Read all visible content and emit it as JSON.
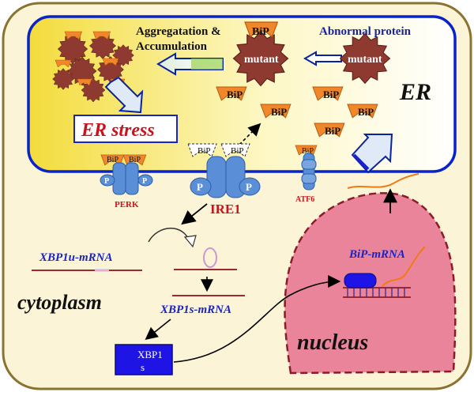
{
  "colors": {
    "cell_fill": "#fbf4d6",
    "cell_border": "#8a7330",
    "er_border": "#0a23c8",
    "er_gradient_left": "#f3dc3c",
    "er_gradient_right": "#ffffff",
    "bip_fill": "#f0872a",
    "mutant_fill": "#8e3a30",
    "receptor_fill": "#5a8ed6",
    "nucleus_fill": "#e9849a",
    "nucleus_border": "#8a1c28",
    "mrna_red": "#a0282c",
    "mrna_orange": "#f07a18",
    "label_red": "#c8141e",
    "label_blue": "#1a23c8",
    "xbp1_box": "#1e14e6",
    "arrow_outline": "#0a23a0",
    "arrow_fill_light": "#e8f4d8"
  },
  "labels": {
    "aggregation": "Aggregatation &",
    "accumulation": "Accumulation",
    "abnormal_protein": "Abnormal protein",
    "mutant": "mutant",
    "bip": "BiP",
    "er": "ER",
    "er_stress": "ER stress",
    "perk": "PERK",
    "ire1": "IRE1",
    "atf6": "ATF6",
    "phospho": "P",
    "xbp1u_mrna": "XBP1u-mRNA",
    "xbp1s_mrna": "XBP1s-mRNA",
    "cytoplasm": "cytoplasm",
    "xbp1_line1": "XBP1",
    "xbp1_line2": "s",
    "bip_mrna": "BiP-mRNA",
    "nucleus": "nucleus"
  }
}
